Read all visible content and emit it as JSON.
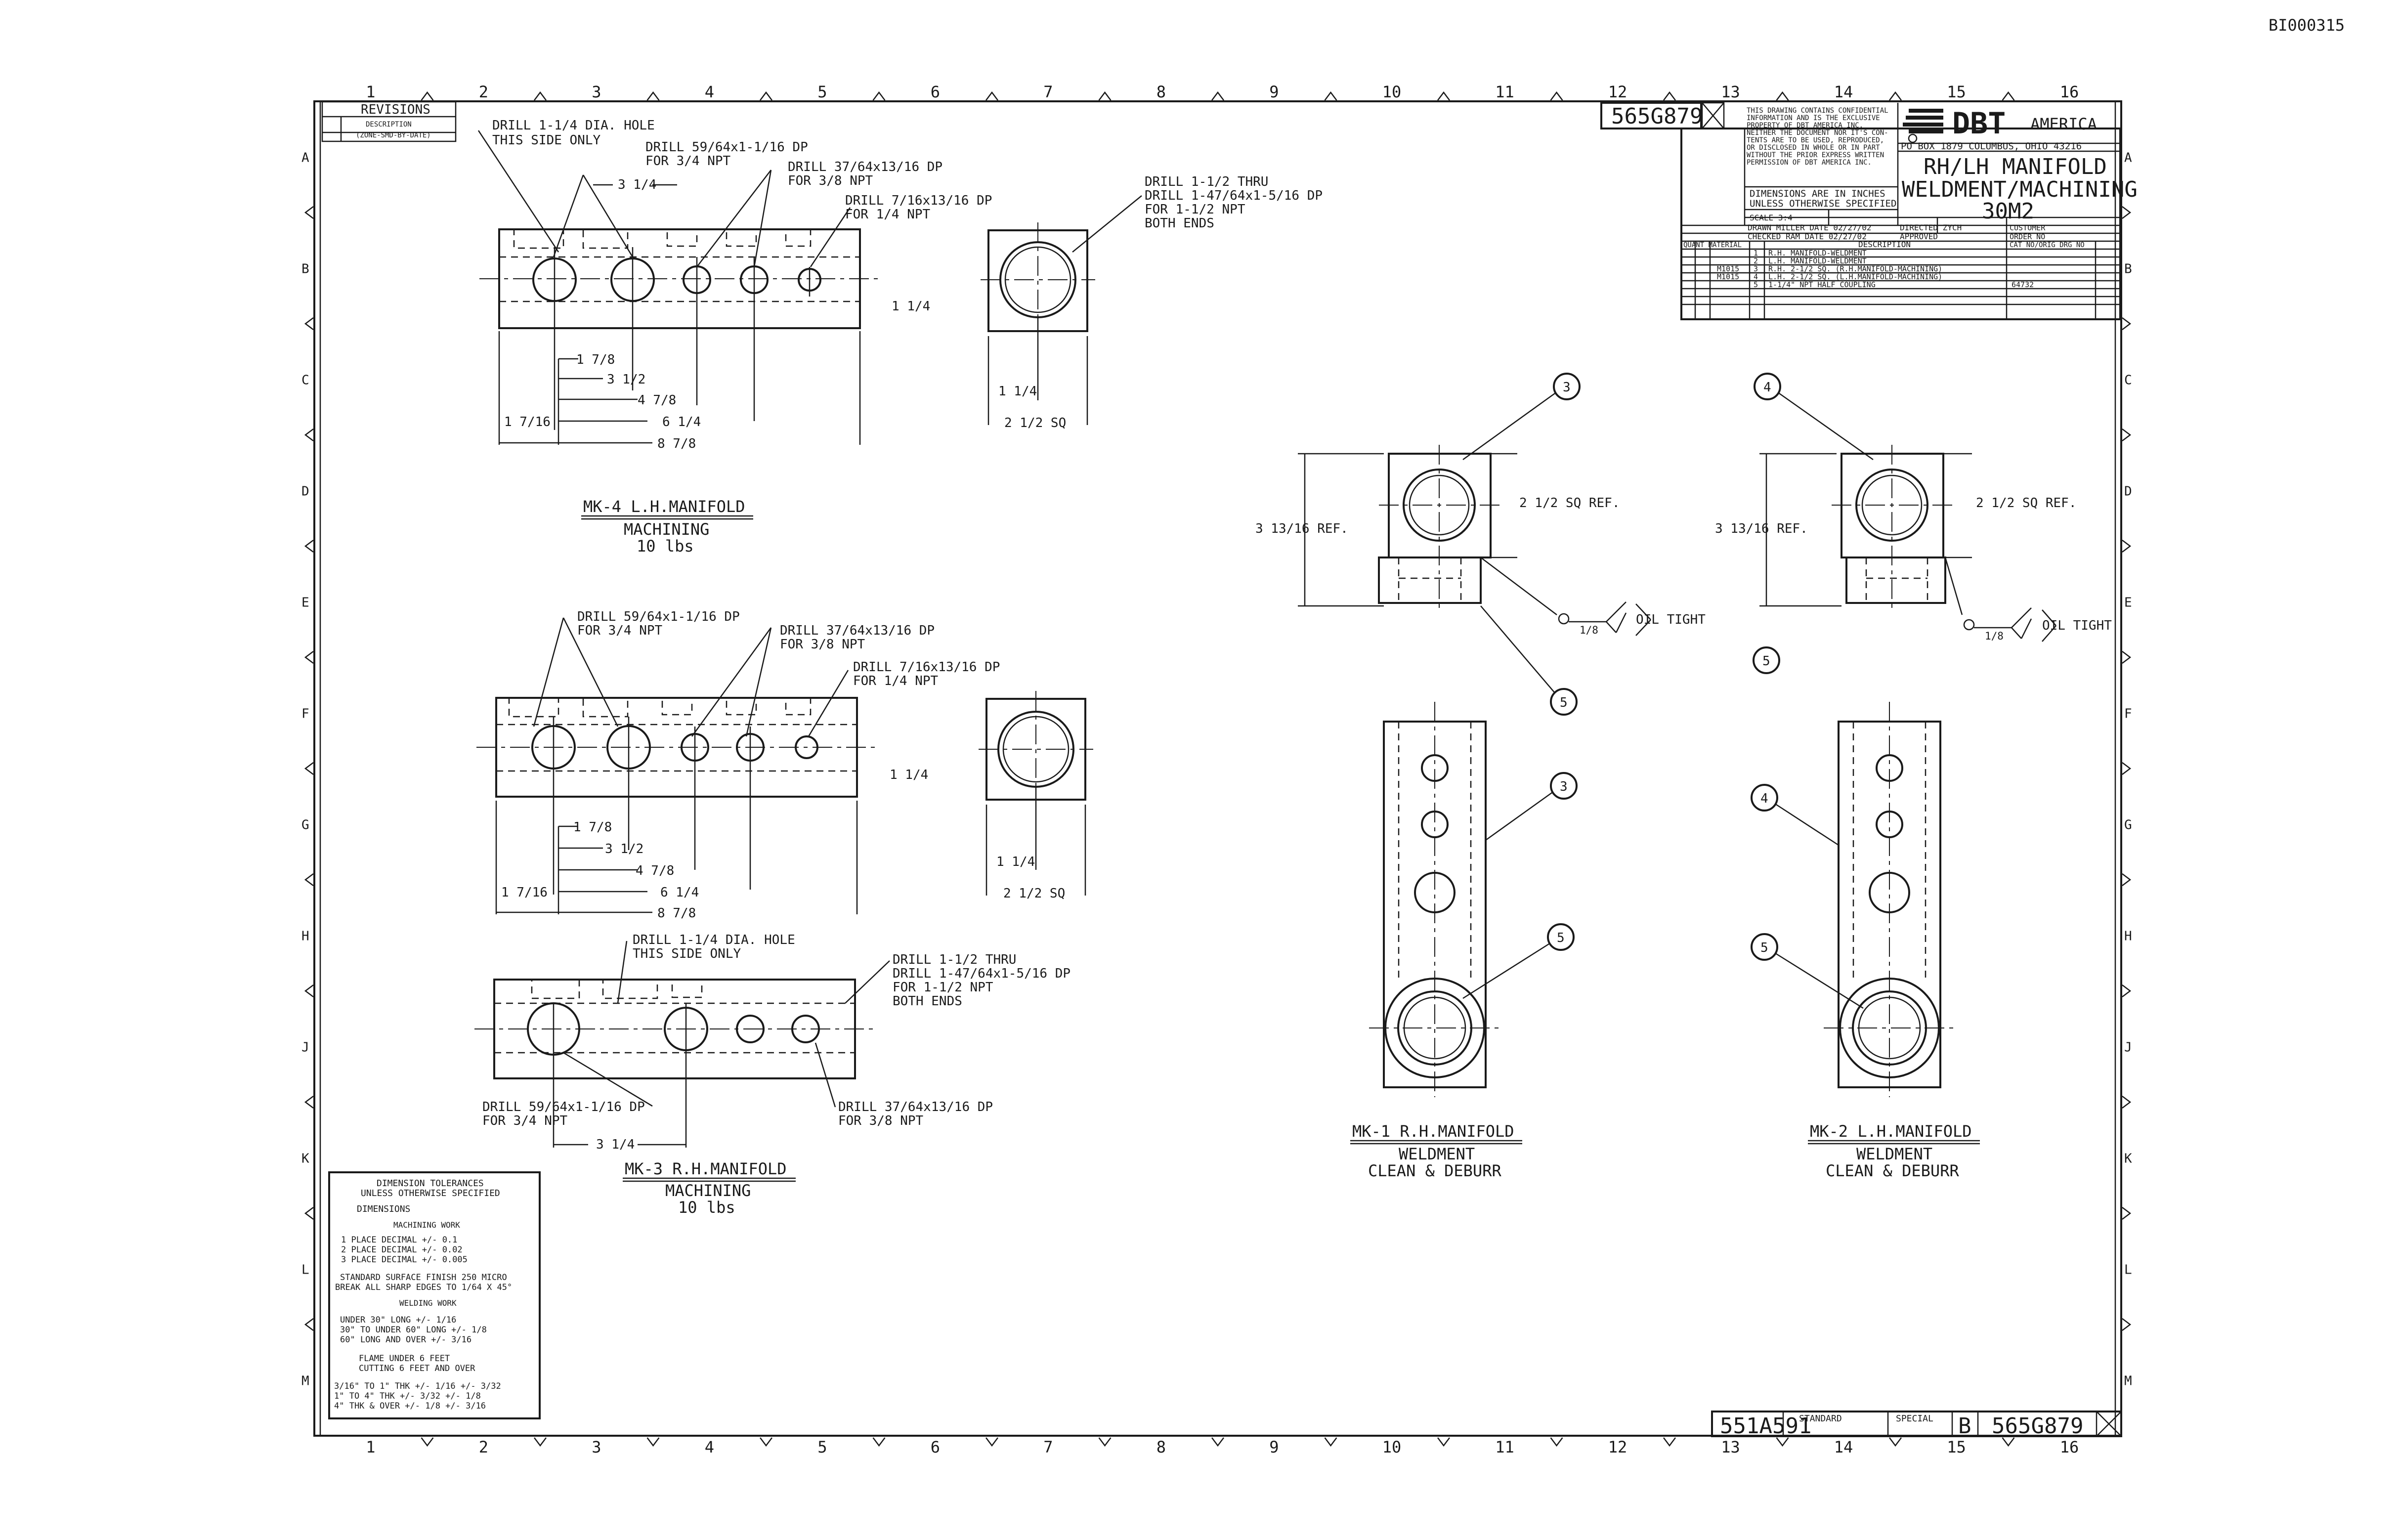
{
  "sheet": {
    "doc_code": "BI000315",
    "drawing_number": "565G879",
    "zones_columns": [
      "1",
      "2",
      "3",
      "4",
      "5",
      "6",
      "7",
      "8",
      "9",
      "10",
      "11",
      "12",
      "13",
      "14",
      "15",
      "16"
    ],
    "zones_rows": [
      "A",
      "B",
      "C",
      "D",
      "E",
      "F",
      "G",
      "H",
      "J",
      "K",
      "L",
      "M"
    ]
  },
  "revisions": {
    "title": "REVISIONS",
    "desc_header": "DESCRIPTION",
    "sub_header": "(ZONE-SMD-BY-DATE)"
  },
  "title_block": {
    "company": "DBT",
    "company_suffix": "AMERICA",
    "address": "PO BOX 1879  COLUMBUS, OHIO 43216",
    "title_line1": "RH/LH MANIFOLD",
    "title_line2": "WELDMENT/MACHINING",
    "title_line3": "30M2",
    "confidential": [
      "THIS DRAWING CONTAINS CONFIDENTIAL",
      "INFORMATION AND IS THE EXCLUSIVE",
      "PROPERTY OF DBT AMERICA INC.",
      "NEITHER THE DOCUMENT NOR IT'S CON-",
      "TENTS ARE TO BE USED, REPRODUCED,",
      "OR DISCLOSED IN WHOLE OR IN PART",
      "WITHOUT THE PRIOR EXPRESS WRITTEN",
      "PERMISSION OF DBT AMERICA INC."
    ],
    "dims_note1": "DIMENSIONS ARE IN INCHES",
    "dims_note2": "UNLESS OTHERWISE SPECIFIED",
    "scale": "SCALE  3:4",
    "drawn": "DRAWN  MILLER  DATE 02/27/02",
    "checked": "CHECKED  RAM  DATE 02/27/02",
    "directed": "DIRECTED   ZYCH",
    "approved": "APPROVED",
    "customer": "CUSTOMER",
    "order_no": "ORDER NO",
    "desc_label": "DESCRIPTION",
    "cat_label": "CAT NO/ORIG DRG NO",
    "qty_label": "QUANT MATERIAL",
    "parts": [
      {
        "item": "1",
        "material": "",
        "desc": "R.H. MANIFOLD-WELDMENT",
        "cat": ""
      },
      {
        "item": "2",
        "material": "",
        "desc": "L.H. MANIFOLD-WELDMENT",
        "cat": ""
      },
      {
        "item": "3",
        "material": "M1015",
        "desc": "R.H. 2-1/2 SQ. (R.H.MANIFOLD-MACHINING)",
        "cat": ""
      },
      {
        "item": "4",
        "material": "M1015",
        "desc": "L.H. 2-1/2 SQ. (L.H.MANIFOLD-MACHINING)",
        "cat": ""
      },
      {
        "item": "5",
        "material": "",
        "desc": "1-1/4\" NPT HALF COUPLING",
        "cat": "64732"
      }
    ]
  },
  "bottom_block": {
    "ref_number": "551A591",
    "standard": "STANDARD",
    "special": "SPECIAL",
    "size": "B",
    "drawing_number": "565G879"
  },
  "tolerances": {
    "title1": "DIMENSION TOLERANCES",
    "title2": "UNLESS OTHERWISE SPECIFIED",
    "dimensions": "DIMENSIONS",
    "machining": "MACHINING WORK",
    "m_rows": [
      "1 PLACE DECIMAL    +/-  0.1",
      "2 PLACE DECIMAL    +/-  0.02",
      "3 PLACE DECIMAL    +/-  0.005"
    ],
    "finish1": "STANDARD SURFACE FINISH 250 MICRO",
    "finish2": "BREAK ALL SHARP EDGES TO 1/64 X 45°",
    "welding": "WELDING WORK",
    "w_rows": [
      "UNDER 30\" LONG          +/-  1/16",
      "30\" TO UNDER 60\" LONG  +/-  1/8",
      "60\" LONG AND OVER       +/-  3/16"
    ],
    "flame_head1": "FLAME       UNDER      6 FEET",
    "flame_head2": "CUTTING     6 FEET    AND OVER",
    "f_rows": [
      "3/16\" TO 1\" THK  +/- 1/16  +/- 3/32",
      "1\" TO 4\" THK     +/- 3/32  +/- 1/8",
      "4\" THK & OVER    +/- 1/8   +/- 3/16"
    ]
  },
  "views": {
    "mk4": {
      "title": "MK-4 L.H.MANIFOLD",
      "sub": "MACHINING",
      "weight": "10 lbs",
      "notes": [
        "DRILL 1-1/4 DIA. HOLE",
        "THIS SIDE ONLY",
        "DRILL 59/64x1-1/16 DP",
        "FOR 3/4 NPT",
        "DRILL 37/64x13/16 DP",
        "FOR 3/8 NPT",
        "DRILL 7/16x13/16 DP",
        "FOR 1/4 NPT",
        "DRILL 1-1/2 THRU",
        "DRILL 1-47/64x1-5/16 DP",
        "FOR 1-1/2 NPT",
        "BOTH ENDS"
      ],
      "dims": [
        "3 1/4",
        "1 1/4",
        "1 7/8",
        "3 1/2",
        "4 7/8",
        "1 7/16",
        "6 1/4",
        "8 7/8",
        "1 1/4",
        "2 1/2 SQ"
      ]
    },
    "mid": {
      "notes": [
        "DRILL 59/64x1-1/16 DP",
        "FOR 3/4 NPT",
        "DRILL 37/64x13/16 DP",
        "FOR 3/8 NPT",
        "DRILL 7/16x13/16 DP",
        "FOR 1/4 NPT"
      ],
      "dims": [
        "1 1/4",
        "1 7/8",
        "3 1/2",
        "4 7/8",
        "1 7/16",
        "6 1/4",
        "8 7/8",
        "1 1/4",
        "2 1/2 SQ"
      ]
    },
    "mk3": {
      "title": "MK-3 R.H.MANIFOLD",
      "sub": "MACHINING",
      "weight": "10 lbs",
      "notes": [
        "DRILL 1-1/4 DIA. HOLE",
        "THIS SIDE ONLY",
        "DRILL 1-1/2 THRU",
        "DRILL 1-47/64x1-5/16 DP",
        "FOR 1-1/2 NPT",
        "BOTH ENDS",
        "DRILL 59/64x1-1/16 DP",
        "FOR 3/4 NPT",
        "DRILL 37/64x13/16 DP",
        "FOR 3/8 NPT"
      ],
      "dims": [
        "3 1/4"
      ]
    },
    "mk1": {
      "title": "MK-1 R.H.MANIFOLD",
      "sub": "WELDMENT",
      "sub2": "CLEAN & DEBURR",
      "ref1": "2 1/2 SQ REF.",
      "ref2": "3 13/16 REF.",
      "weld": "1/8",
      "oil": "OIL TIGHT",
      "balloons": [
        "3",
        "5",
        "3",
        "5"
      ]
    },
    "mk2": {
      "title": "MK-2 L.H.MANIFOLD",
      "sub": "WELDMENT",
      "sub2": "CLEAN & DEBURR",
      "ref1": "2 1/2 SQ REF.",
      "ref2": "3 13/16 REF.",
      "weld": "1/8",
      "oil": "OIL TIGHT",
      "balloons": [
        "4",
        "5",
        "4",
        "5"
      ]
    }
  }
}
